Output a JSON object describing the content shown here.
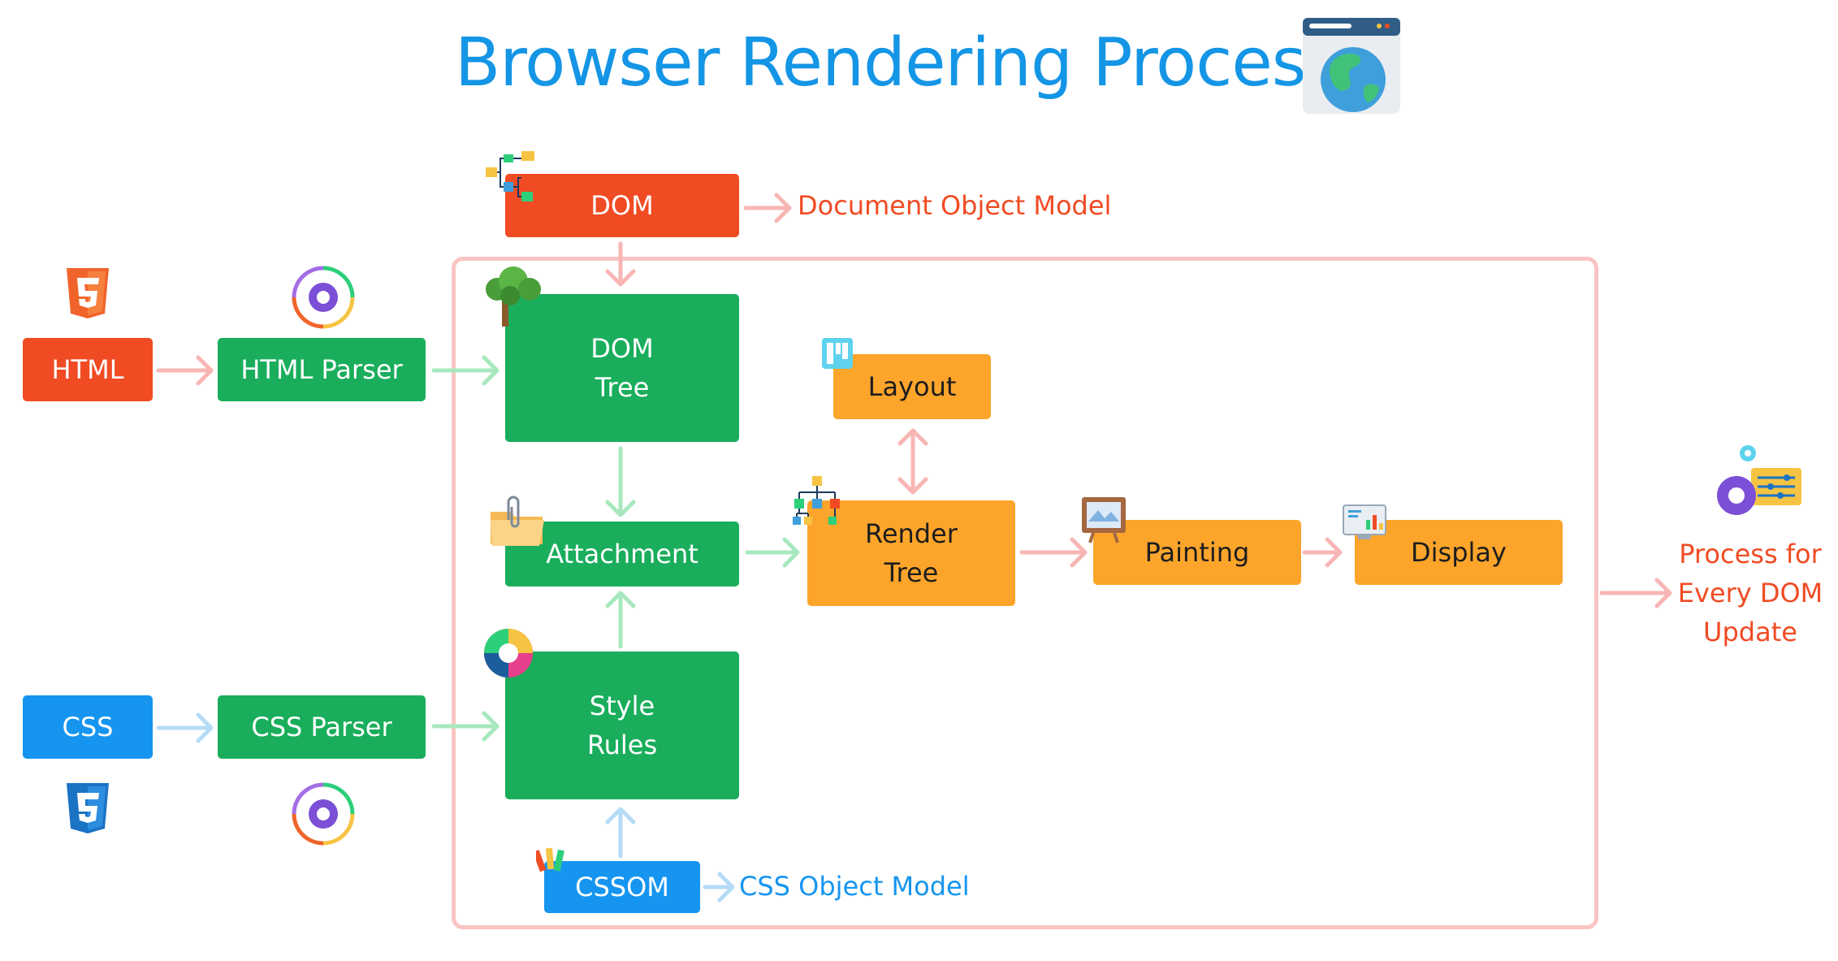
{
  "title": "Browser Rendering Process",
  "boxes": {
    "html": "HTML",
    "html_parser": "HTML Parser",
    "css": "CSS",
    "css_parser": "CSS Parser",
    "dom": "DOM",
    "dom_tree_line1": "DOM",
    "dom_tree_line2": "Tree",
    "attachment": "Attachment",
    "style_rules_line1": "Style",
    "style_rules_line2": "Rules",
    "cssom": "CSSOM",
    "layout": "Layout",
    "render_tree_line1": "Render",
    "render_tree_line2": "Tree",
    "painting": "Painting",
    "display": "Display"
  },
  "notes": {
    "dom": "Document Object Model",
    "cssom": "CSS Object Model",
    "process_line1": "Process for",
    "process_line2": "Every DOM",
    "process_line3": "Update"
  },
  "colors": {
    "title": "#1495e6",
    "red": "#f04b23",
    "green": "#1aae5c",
    "blue": "#1695f0",
    "orange": "#fda52b",
    "arrow_pink": "#f7b6b4",
    "arrow_green": "#a8e8be",
    "arrow_blue": "#b4dcf7"
  },
  "icons": [
    "browser-globe-icon",
    "html5-icon",
    "css3-icon",
    "parser-gear-icon",
    "dom-structure-icon",
    "tree-icon",
    "paperclip-folder-icon",
    "color-wheel-icon",
    "palette-swatch-icon",
    "layout-grid-icon",
    "hierarchy-icon",
    "painting-easel-icon",
    "display-monitor-icon",
    "settings-gears-icon"
  ]
}
